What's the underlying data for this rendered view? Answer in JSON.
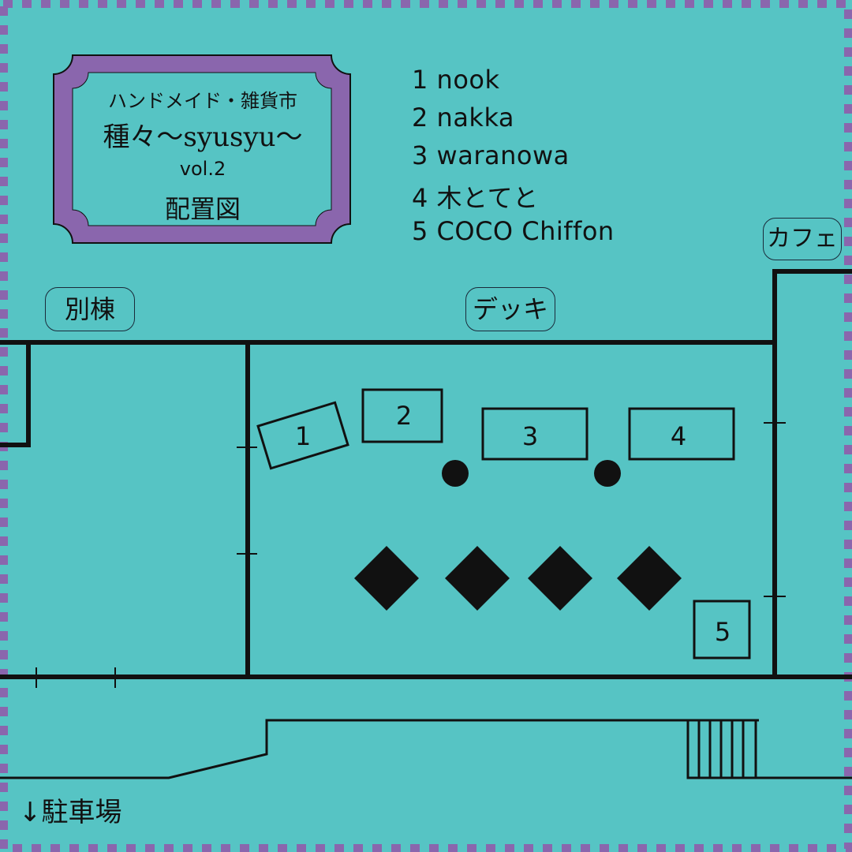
{
  "title": {
    "line1": "ハンドメイド・雑貨市",
    "line2": "種々〜syusyu〜",
    "line3": "vol.2",
    "line4": "配置図"
  },
  "legend": [
    {
      "num": "1",
      "name": "nook"
    },
    {
      "num": "2",
      "name": "nakka"
    },
    {
      "num": "3",
      "name": "waranowa"
    },
    {
      "num": "4",
      "name": "木とてと"
    },
    {
      "num": "5",
      "name": "COCO Chiffon"
    }
  ],
  "areas": {
    "annex": "別棟",
    "deck": "デッキ",
    "cafe": "カフェ",
    "parking": "↓駐車場"
  },
  "booths": [
    "1",
    "2",
    "3",
    "4",
    "5"
  ],
  "colors": {
    "background": "#56c4c4",
    "frame_purple": "#8a66ad",
    "title_inner": "#56c4c4",
    "line": "#111111",
    "dash_border": "#8a66ad"
  }
}
